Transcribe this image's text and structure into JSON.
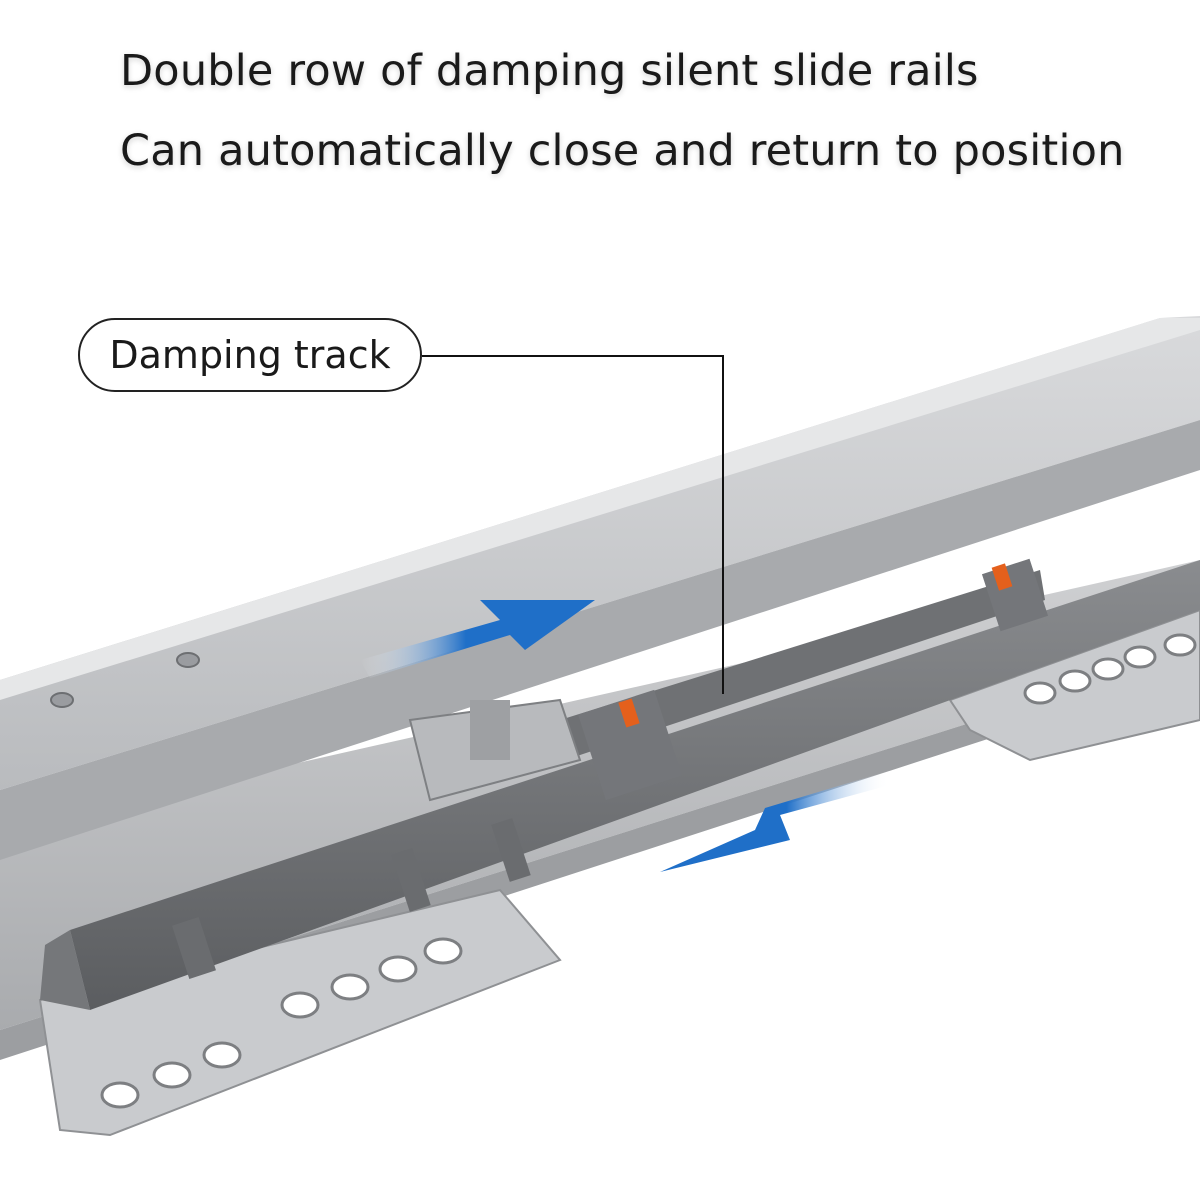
{
  "headline": {
    "line1": "Double row of damping silent slide rails",
    "line2": "Can automatically close and return to position"
  },
  "callout": {
    "label": "Damping track"
  },
  "arrows": {
    "color": "#1f6fc8",
    "directions": [
      "right",
      "left"
    ]
  },
  "colors": {
    "rail_metal": "#c4c6c9",
    "damper_plastic": "#6b6d70",
    "marker_orange": "#e4601c"
  }
}
